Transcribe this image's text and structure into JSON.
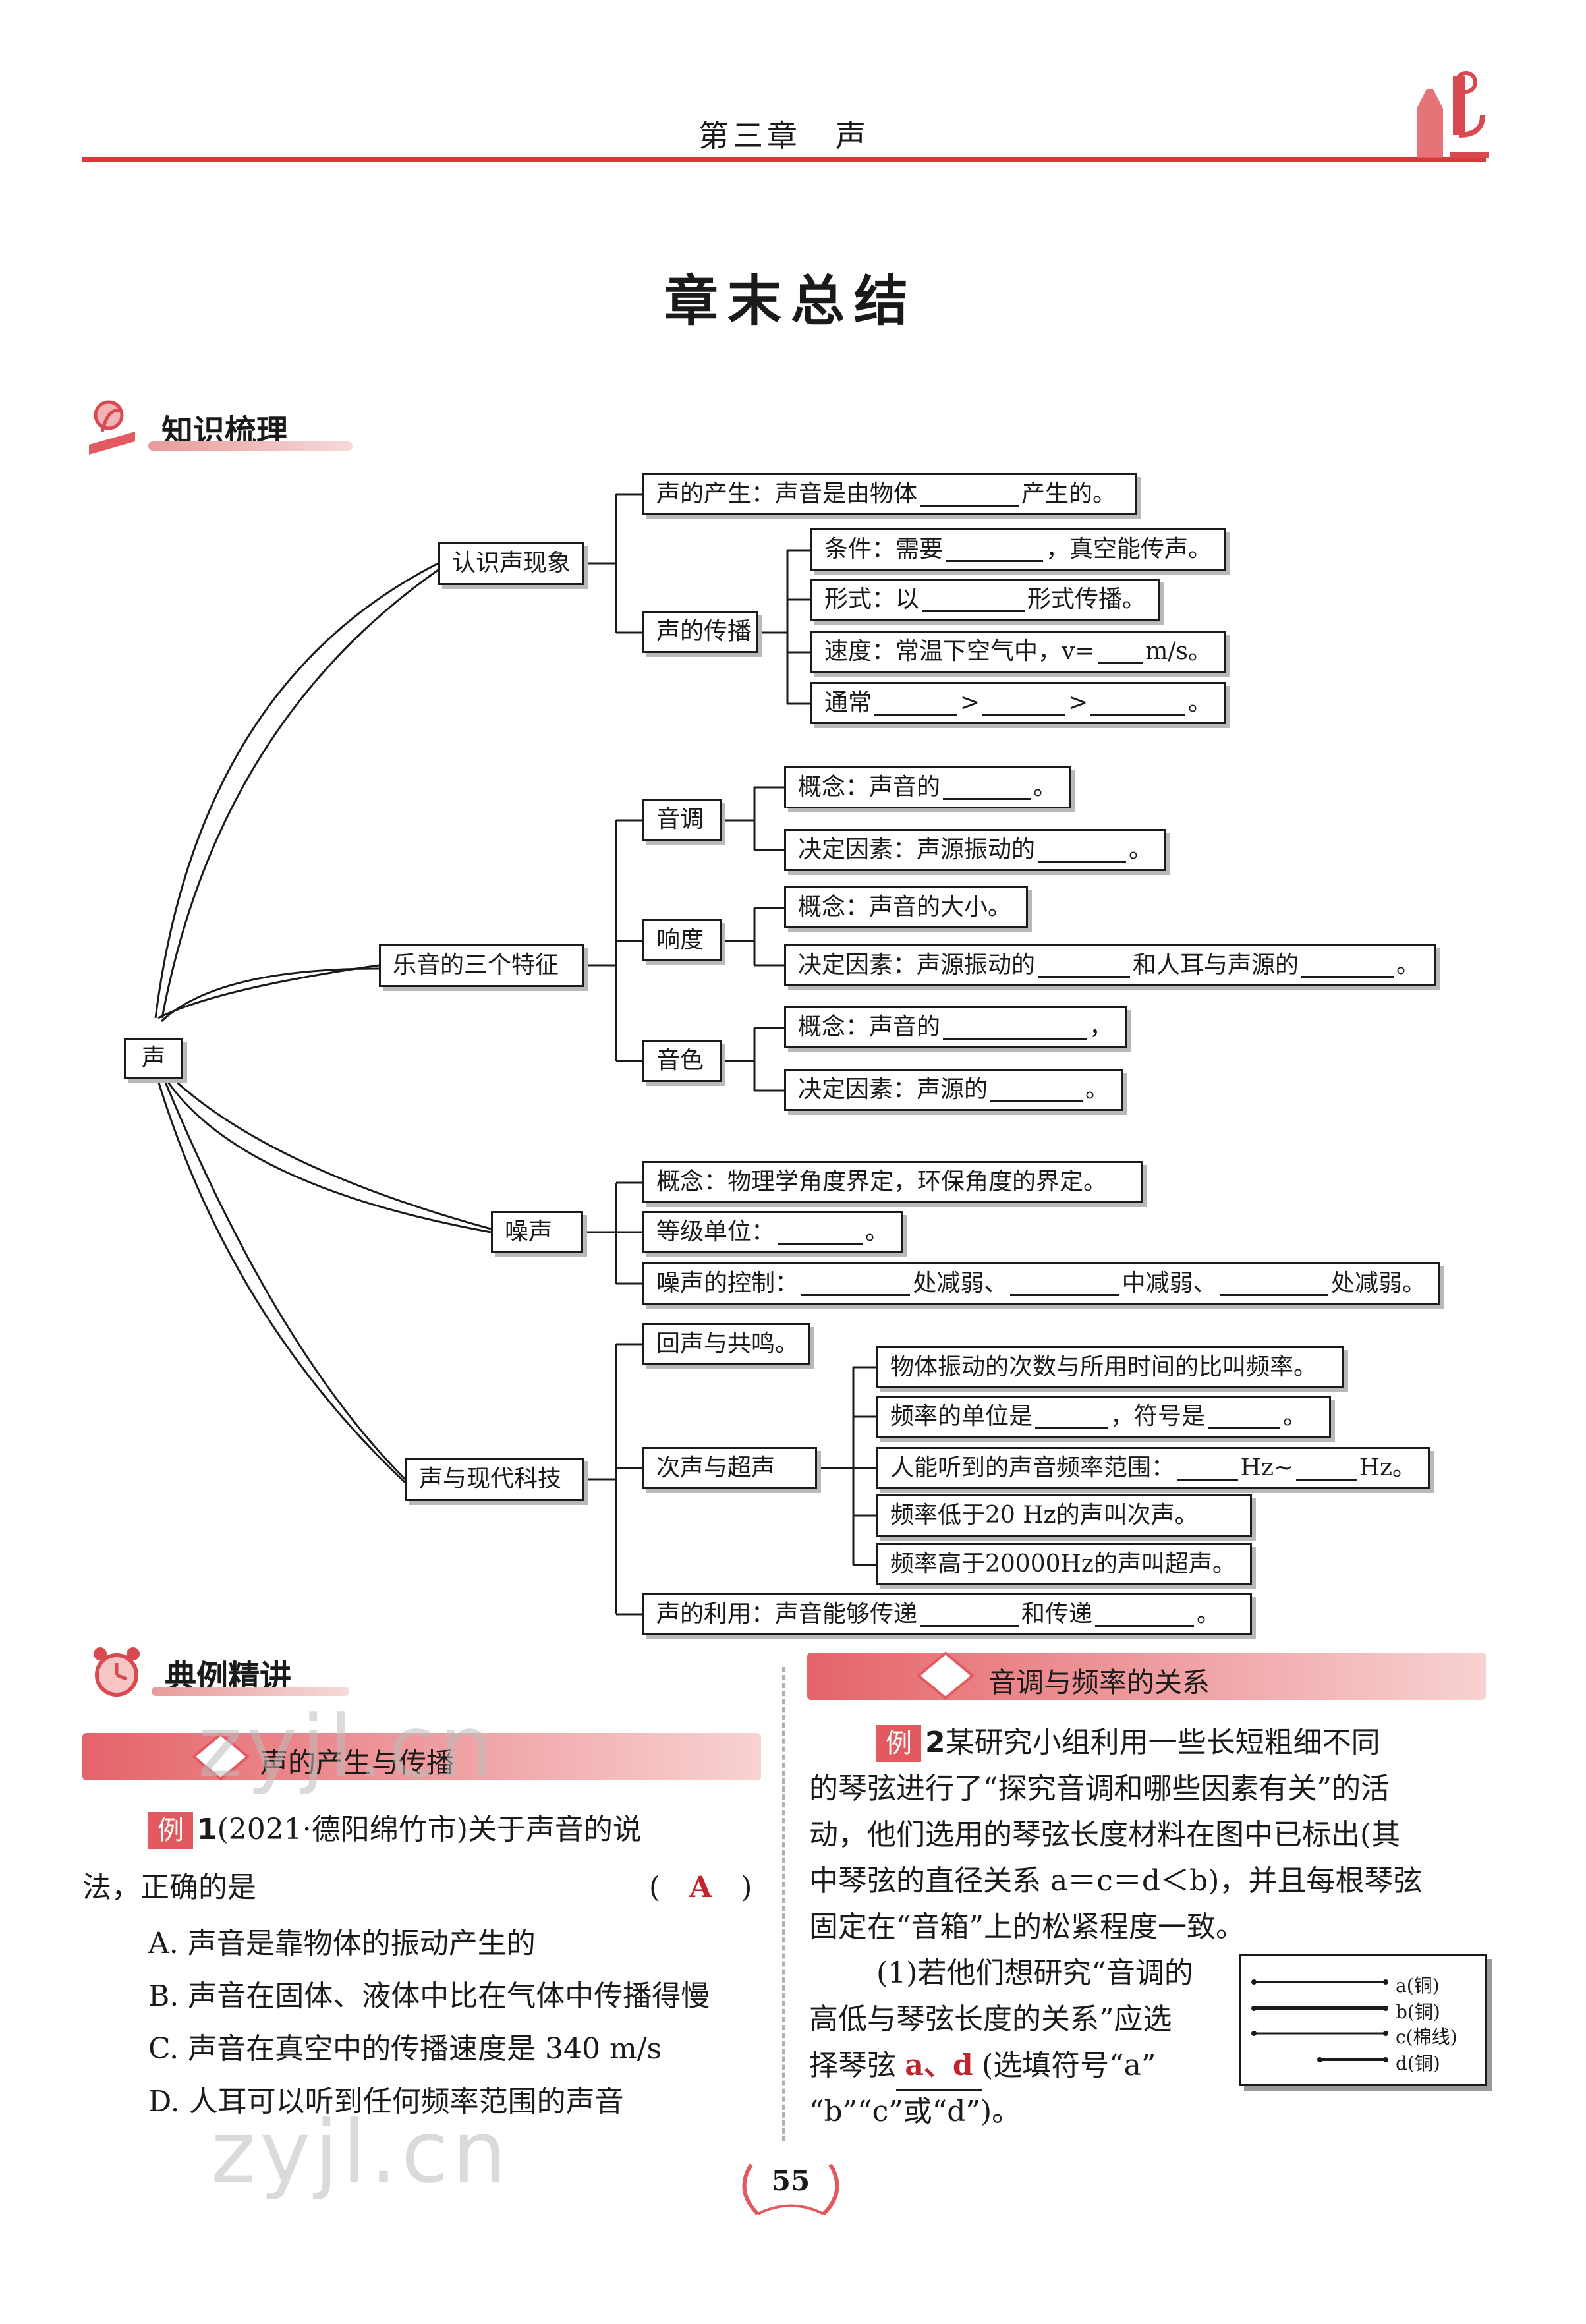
{
  "header": {
    "chapter": "第三章　声",
    "page_title": "章末总结"
  },
  "sections": {
    "knowledge": "知识梳理",
    "examples": "典例精讲"
  },
  "mindmap": {
    "root": "声",
    "branches": [
      {
        "label": "认识声现象",
        "children": [
          {
            "text": "声的产生：声音是由物体",
            "after": "产生的。"
          },
          {
            "label": "声的传播",
            "items": [
              {
                "text": "条件：需要",
                "after": "，真空能传声。"
              },
              {
                "text": "形式：以",
                "after": "形式传播。"
              },
              {
                "text": "速度：常温下空气中，v=",
                "after": "m/s。"
              },
              {
                "text": "通常",
                "sep1": ">",
                "sep2": ">",
                "after": "。"
              }
            ]
          }
        ]
      },
      {
        "label": "乐音的三个特征",
        "children": [
          {
            "label": "音调",
            "items": [
              {
                "text": "概念：声音的",
                "after": "。"
              },
              {
                "text": "决定因素：声源振动的",
                "after": "。"
              }
            ]
          },
          {
            "label": "响度",
            "items": [
              {
                "text": "概念：声音的大小。"
              },
              {
                "text": "决定因素：声源振动的",
                "mid": "和人耳与声源的",
                "after": "。"
              }
            ]
          },
          {
            "label": "音色",
            "items": [
              {
                "text": "概念：声音的",
                "after": "，"
              },
              {
                "text": "决定因素：声源的",
                "after": "。"
              }
            ]
          }
        ]
      },
      {
        "label": "噪声",
        "children": [
          {
            "text": "概念：物理学角度界定，环保角度的界定。"
          },
          {
            "text": "等级单位：",
            "after": "。"
          },
          {
            "text": "噪声的控制：",
            "mid1": "处减弱、",
            "mid2": "中减弱、",
            "after": "处减弱。"
          }
        ]
      },
      {
        "label": "声与现代科技",
        "children": [
          {
            "text": "回声与共鸣。"
          },
          {
            "label": "次声与超声",
            "items": [
              {
                "text": "物体振动的次数与所用时间的比叫频率。"
              },
              {
                "text": "频率的单位是",
                "mid": "，符号是",
                "after": "。"
              },
              {
                "text": "人能听到的声音频率范围：",
                "mid": "Hz~",
                "after": "Hz。"
              },
              {
                "text": "频率低于20 Hz的声叫次声。"
              },
              {
                "text": "频率高于20000Hz的声叫超声。"
              }
            ]
          },
          {
            "text": "声的利用：声音能够传递",
            "mid": "和传递",
            "after": "。"
          }
        ]
      }
    ]
  },
  "left_column": {
    "band": "声的产生与传播",
    "example1": {
      "tag": "例",
      "num": "1",
      "stem_1": "(2021·德阳绵竹市)关于声音的说",
      "stem_2": "法，正确的是",
      "answer": "A",
      "options": [
        "A. 声音是靠物体的振动产生的",
        "B. 声音在固体、液体中比在气体中传播得慢",
        "C. 声音在真空中的传播速度是 340 m/s",
        "D. 人耳可以听到任何频率范围的声音"
      ]
    }
  },
  "right_column": {
    "band": "音调与频率的关系",
    "example2": {
      "tag": "例",
      "num": "2",
      "lines": [
        "某研究小组利用一些长短粗细不同",
        "的琴弦进行了“探究音调和哪些因素有关”的活",
        "动，他们选用的琴弦长度材料在图中已标出(其",
        "中琴弦的直径关系 a＝c＝d＜b)，并且每根琴弦",
        "固定在“音箱”上的松紧程度一致。"
      ],
      "q1_1": "(1)若他们想研究“音调的",
      "q1_2": "高低与琴弦长度的关系”应选",
      "q1_3a": "择琴弦",
      "q1_answer": "a、d",
      "q1_3b": "(选填符号“a”",
      "q1_4": "“b”“c”或“d”)。",
      "strings": [
        "a(铜)",
        "b(铜)",
        "c(棉线)",
        "d(铜)"
      ]
    }
  },
  "page_number": "55",
  "watermarks": [
    "zyjl.cn",
    "zyjl.cn"
  ]
}
